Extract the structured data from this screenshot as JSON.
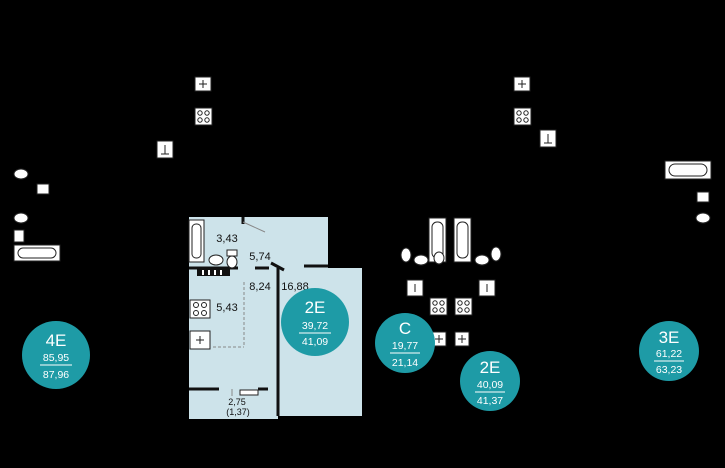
{
  "colors": {
    "background": "#000000",
    "apartment_fill": "#cde3ea",
    "badge": "#1e9ba6",
    "wall": "#111111",
    "fixture_stroke": "#222222",
    "fixture_fill": "#ffffff"
  },
  "room_areas": {
    "bathroom": "3,43",
    "hallway": "5,74",
    "room": "16,88",
    "corridor": "8,24",
    "kitchen": "5,43",
    "balcony": "2,75",
    "balcony_reduced": "(1,37)"
  },
  "apartments": [
    {
      "code": "4E",
      "living_area": "85,95",
      "total_area": "87,96"
    },
    {
      "code": "2E",
      "living_area": "39,72",
      "total_area": "41,09"
    },
    {
      "code": "С",
      "living_area": "19,77",
      "total_area": "21,14"
    },
    {
      "code": "2E",
      "living_area": "40,09",
      "total_area": "41,37"
    },
    {
      "code": "3E",
      "living_area": "61,22",
      "total_area": "63,23"
    }
  ]
}
